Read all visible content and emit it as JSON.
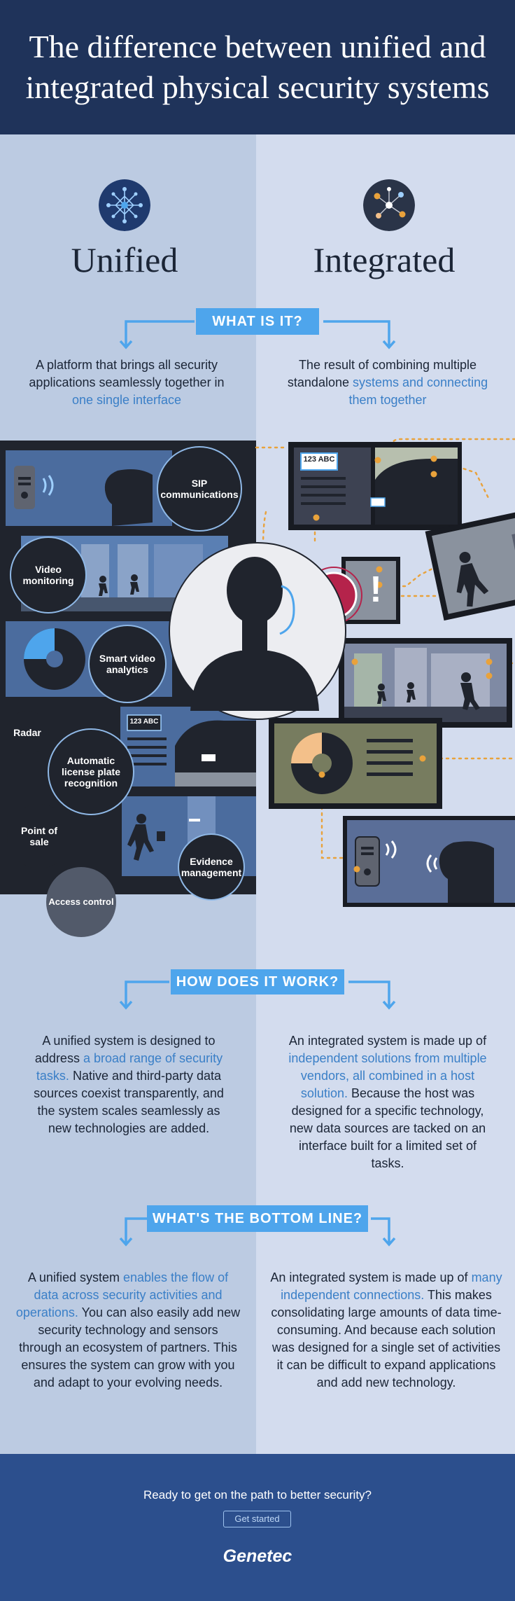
{
  "header": {
    "title": "The difference between unified and integrated physical security systems"
  },
  "columns": {
    "left_title": "Unified",
    "right_title": "Integrated",
    "left_icon": "network-hub-icon",
    "right_icon": "connected-nodes-icon"
  },
  "sections": [
    {
      "label": "WHAT IS IT?",
      "left": [
        {
          "text": "A platform that brings all security applications seamlessly together in ",
          "hl": false
        },
        {
          "text": "one single interface",
          "hl": true
        }
      ],
      "right": [
        {
          "text": "The result of combining multiple standalone ",
          "hl": false
        },
        {
          "text": "systems and connecting them together",
          "hl": true
        }
      ]
    },
    {
      "label": "HOW DOES IT WORK?",
      "left": [
        {
          "text": "A unified system is designed to address ",
          "hl": false
        },
        {
          "text": "a broad range of security tasks.",
          "hl": true
        },
        {
          "text": " Native and third-party data sources coexist transparently, and the system scales seamlessly as new technologies are added.",
          "hl": false
        }
      ],
      "right": [
        {
          "text": "An integrated system is made up of ",
          "hl": false
        },
        {
          "text": "independent solutions from multiple vendors, all combined in a host solution.",
          "hl": true
        },
        {
          "text": " Because the host was designed for a specific technology, new data sources are tacked on an interface built for a limited set of tasks.",
          "hl": false
        }
      ]
    },
    {
      "label": "WHAT'S THE BOTTOM LINE?",
      "left": [
        {
          "text": "A unified system ",
          "hl": false
        },
        {
          "text": "enables the flow of data across security activities and operations.",
          "hl": true
        },
        {
          "text": " You can also easily add new security technology and sensors through an ecosystem of partners. This ensures the system can grow with you and adapt to your evolving needs.",
          "hl": false
        }
      ],
      "right": [
        {
          "text": "An integrated system is made up of ",
          "hl": false
        },
        {
          "text": "many independent connections.",
          "hl": true
        },
        {
          "text": " This makes consolidating large amounts of data time-consuming. And because each solution was designed for a single set of activities it can be difficult to expand applications and add new technology.",
          "hl": false
        }
      ]
    }
  ],
  "illustration": {
    "capabilities": [
      "SIP communications",
      "Video monitoring",
      "Smart video analytics",
      "Radar",
      "Automatic license plate recognition",
      "Point of sale",
      "Evidence management",
      "Access control"
    ],
    "plate_text": "123 ABC",
    "alert_symbol": "!",
    "operator_icon": "operator-headset-icon"
  },
  "footer": {
    "cta_text": "Ready to get on the path to better security?",
    "button_label": "Get started",
    "logo_text": "Genetec"
  },
  "colors": {
    "header_bg": "#1f335a",
    "left_bg": "#bccbe2",
    "right_bg": "#d3dcee",
    "accent_blue": "#4ea5ec",
    "highlight_text": "#3a7fc7",
    "connector_orange": "#e9a23b",
    "alert_red": "#b5234b",
    "footer_bg": "#2c4f8d"
  }
}
